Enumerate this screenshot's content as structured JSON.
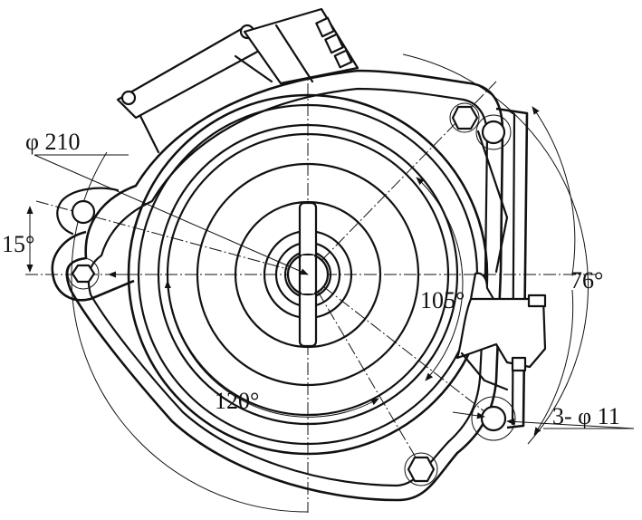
{
  "labels": {
    "diameter": "φ 210",
    "angle_15": "15°",
    "angle_76": "76°",
    "angle_105": "105°",
    "angle_120": "120°",
    "holes": "3- φ 11"
  }
}
